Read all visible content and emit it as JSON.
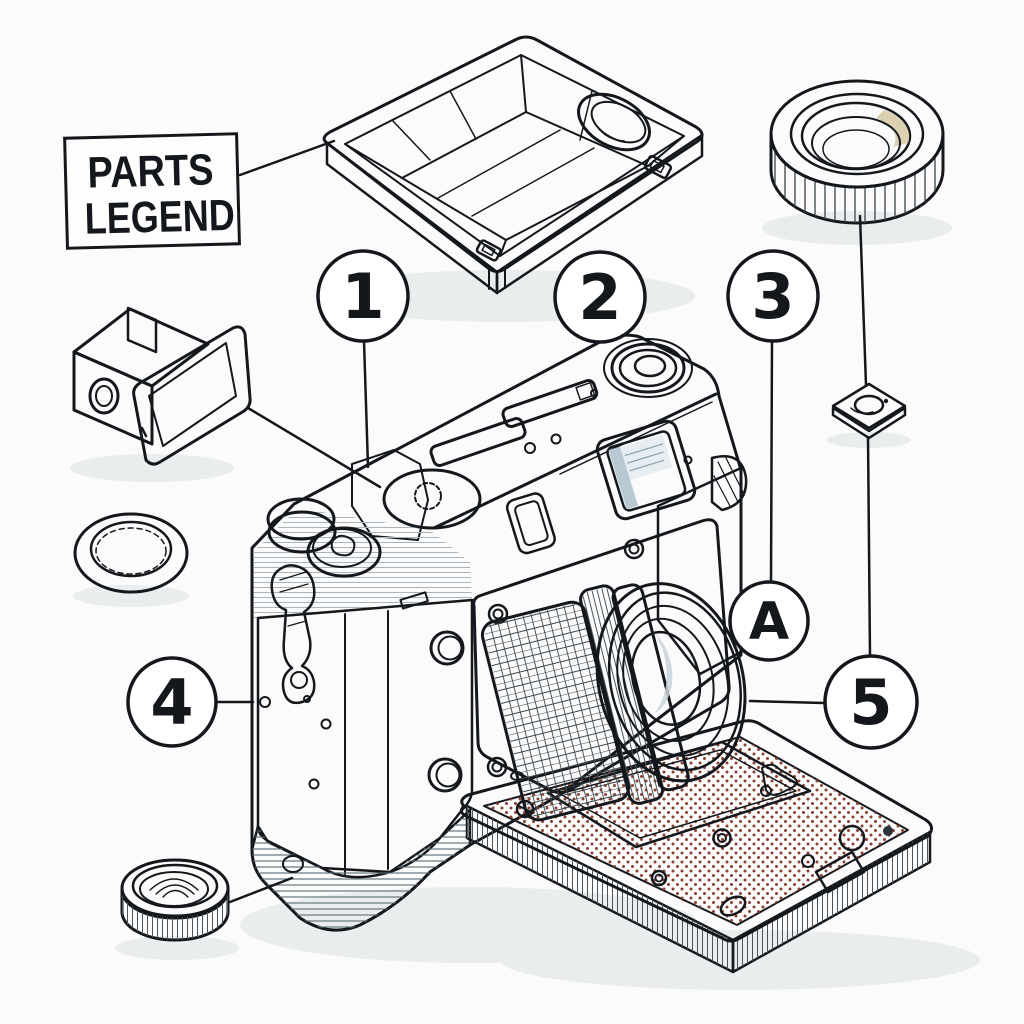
{
  "legend_box": {
    "line1": "PARTS",
    "line2": "LEGEND"
  },
  "callouts": [
    {
      "id": "1",
      "label": "1"
    },
    {
      "id": "2",
      "label": "2"
    },
    {
      "id": "3",
      "label": "3"
    },
    {
      "id": "4",
      "label": "4"
    },
    {
      "id": "5",
      "label": "5"
    },
    {
      "id": "A",
      "label": "A"
    }
  ],
  "parts": [
    "top-cover-tray",
    "knurled-ring-cap",
    "accessory-viewfinder",
    "washer-ring",
    "camera-body",
    "lens-assembly",
    "lock-washer-plate",
    "base-plate-leather",
    "bottom-cap"
  ],
  "colors": {
    "line": "#14181c",
    "paper": "#fbfbfc",
    "accent_red": "#d85f44",
    "salmon_button": "#e8907e",
    "lens_ring_salmon": "#dd7156",
    "slate_panel": "#64757d",
    "window_slate": "#55666e",
    "window_blue": "#b7c9d3",
    "leather": "#b2563f",
    "leather_dot": "#8a4130",
    "shadow": "#e9edee"
  }
}
